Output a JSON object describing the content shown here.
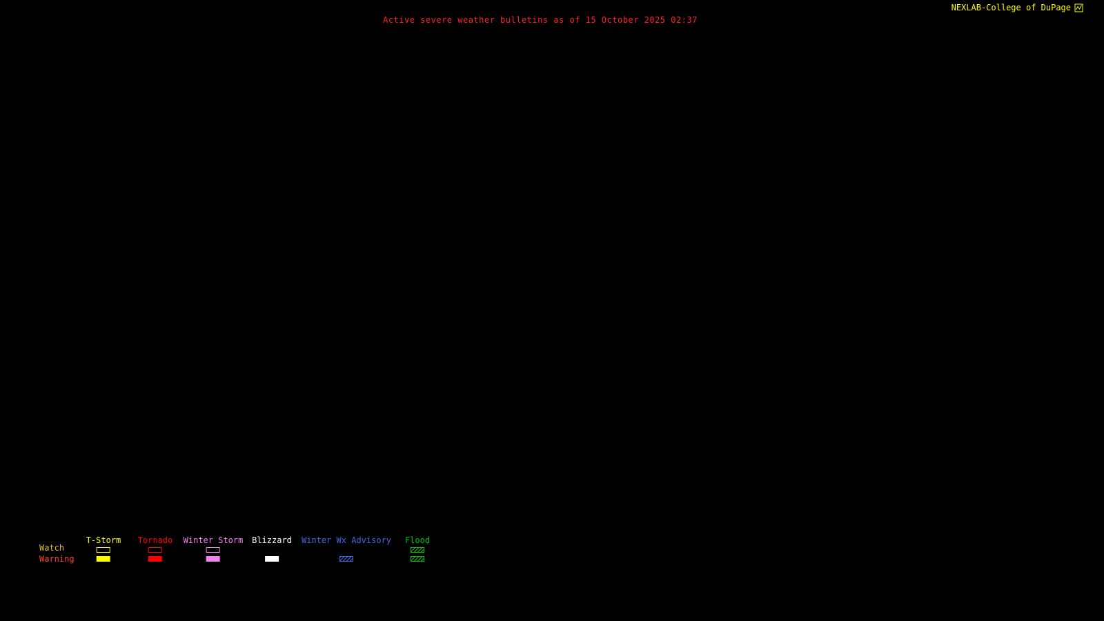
{
  "brand": {
    "label": "NEXLAB-College of DuPage",
    "color": "#ffff00",
    "icon": "nexlab-logo-icon"
  },
  "header": {
    "title": "Active severe weather bulletins as of 15 October 2025 02:37",
    "as_of": "15 October 2025 02:37",
    "color": "#ff2222"
  },
  "map": {
    "background": "#000000"
  },
  "legend": {
    "rows": [
      {
        "label": "Watch",
        "color": "#e0c000"
      },
      {
        "label": "Warning",
        "color": "#ff4426"
      }
    ],
    "columns": [
      {
        "label": "T-Storm",
        "color": "#ffff00",
        "watch_swatch": "outline",
        "warning_swatch": "solid"
      },
      {
        "label": "Tornado",
        "color": "#ff0000",
        "watch_swatch": "outline",
        "warning_swatch": "solid"
      },
      {
        "label": "Winter Storm",
        "color": "#ee82ee",
        "watch_swatch": "outline",
        "warning_swatch": "solid"
      },
      {
        "label": "Blizzard",
        "color": "#ffffff",
        "watch_swatch": "none",
        "warning_swatch": "solid"
      },
      {
        "label": "Winter Wx Advisory",
        "color": "#4169e1",
        "watch_swatch": "none",
        "warning_swatch": "hatched"
      },
      {
        "label": "Flood",
        "color": "#00c000",
        "watch_swatch": "hatched",
        "warning_swatch": "hatched"
      }
    ]
  }
}
